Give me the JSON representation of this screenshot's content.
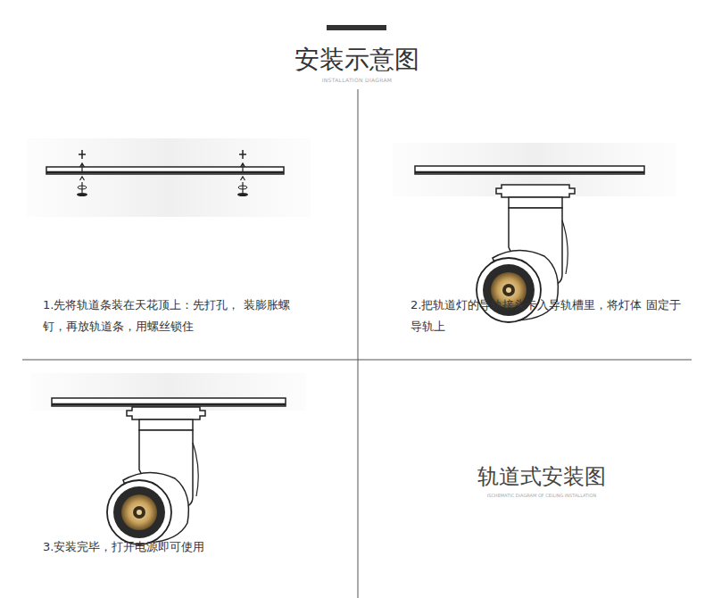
{
  "diagram": {
    "title": "安装示意图",
    "labels": [
      "INSTALLATION DIAGRAM",
      "1.先将轨道条装在天花顶上：先打孔， 装膨胀螺钉，再放轨道条，用螺丝锁住",
      "2.把轨道灯的导轨接头卡入导轨槽里，将灯体 固定于导轨上",
      "3.安装完毕，打开电源即可使用",
      "轨道式安装图",
      "ISCHEMATIC DIAGRAM OF CEILING INSTALLATION"
    ]
  }
}
